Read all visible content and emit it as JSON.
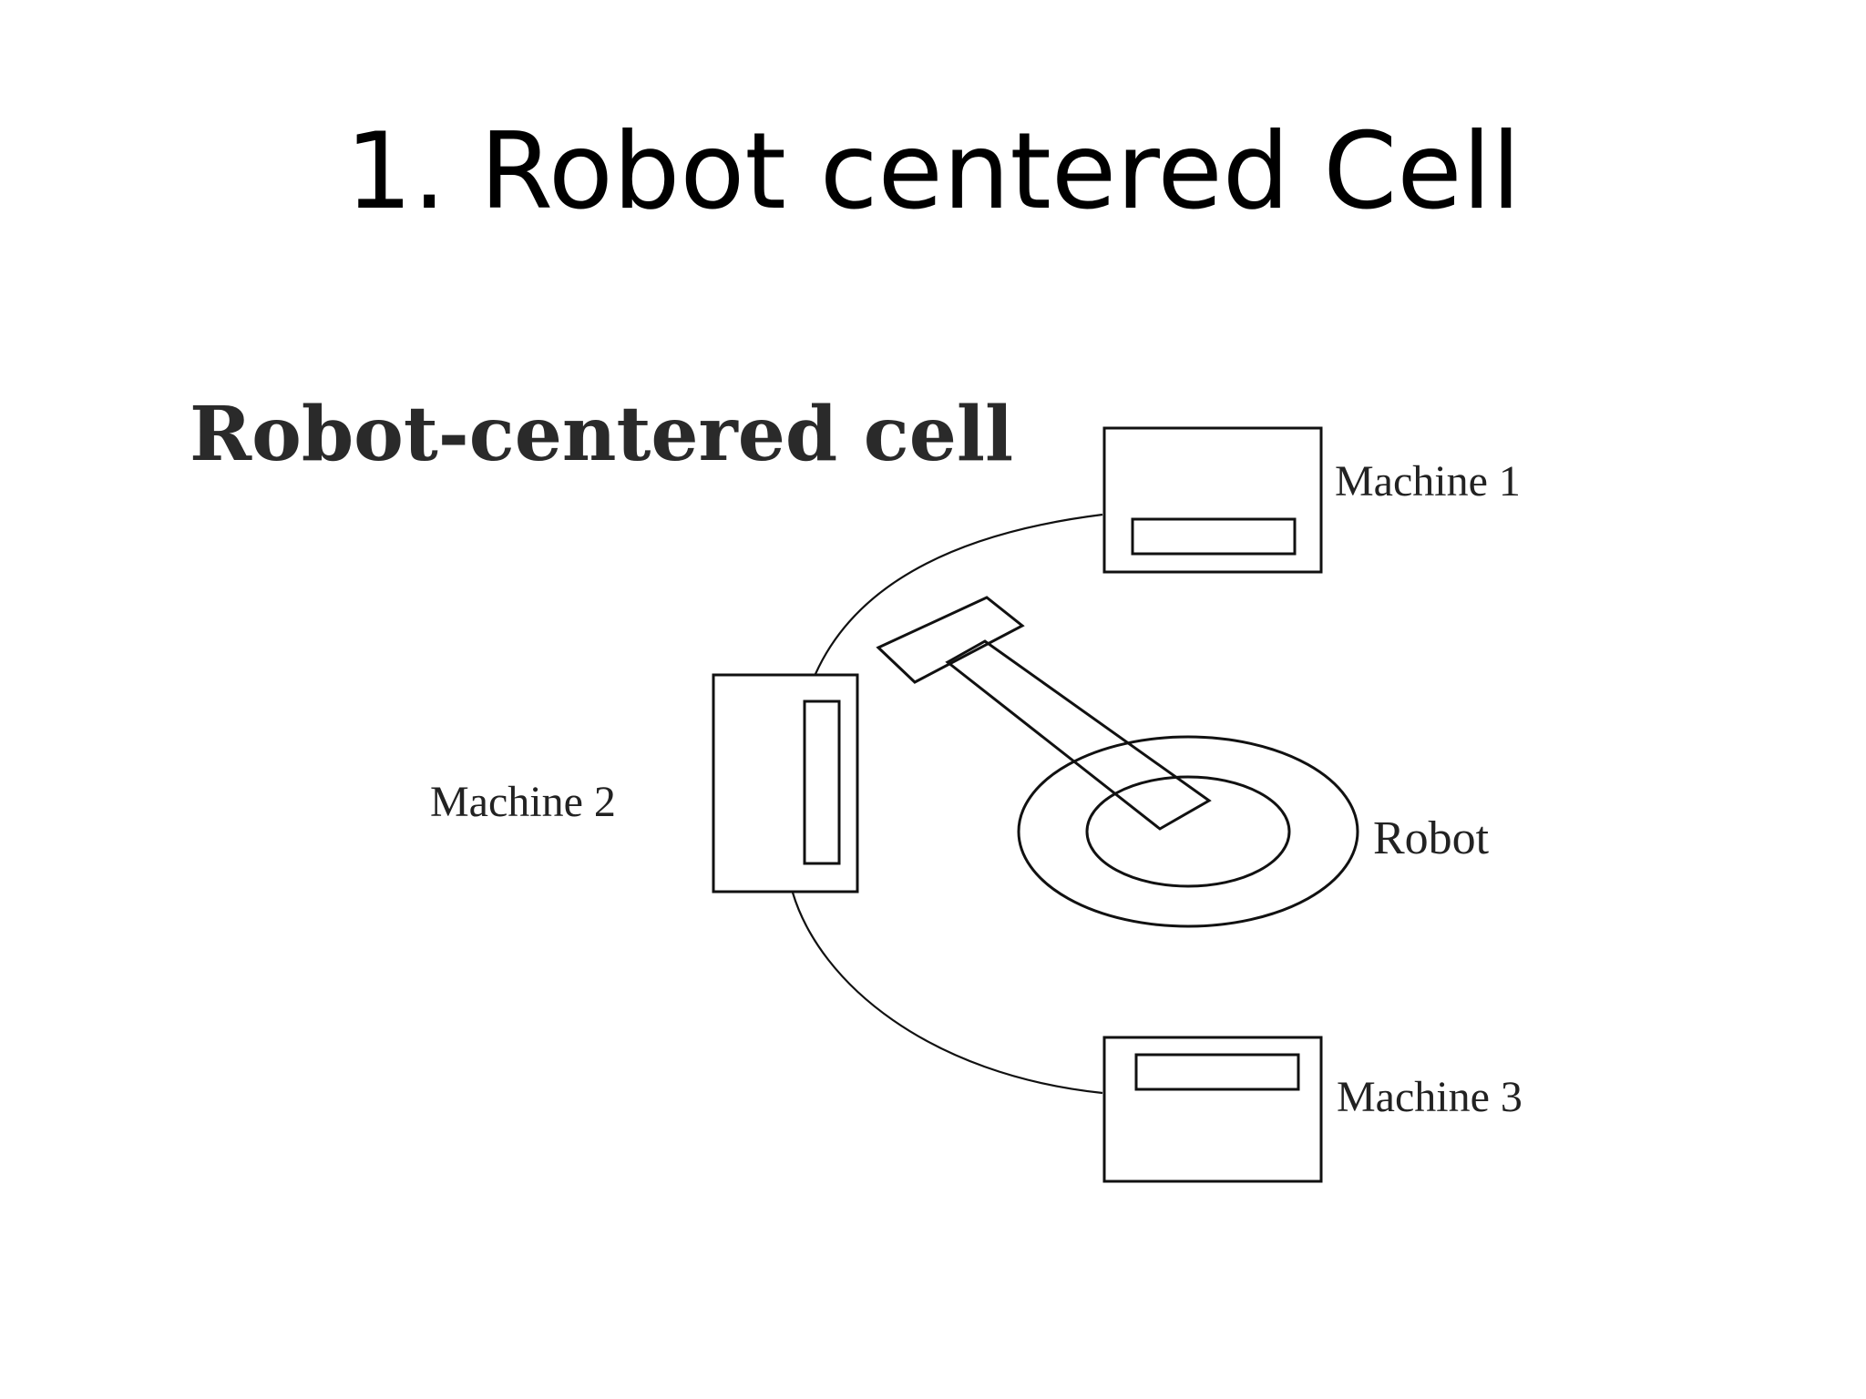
{
  "slide": {
    "title": "1. Robot centered Cell"
  },
  "diagram": {
    "heading": "Robot-centered cell",
    "nodes": [
      {
        "id": "machine-1",
        "label": "Machine 1"
      },
      {
        "id": "machine-2",
        "label": "Machine 2"
      },
      {
        "id": "machine-3",
        "label": "Machine 3"
      },
      {
        "id": "robot",
        "label": "Robot"
      }
    ]
  }
}
